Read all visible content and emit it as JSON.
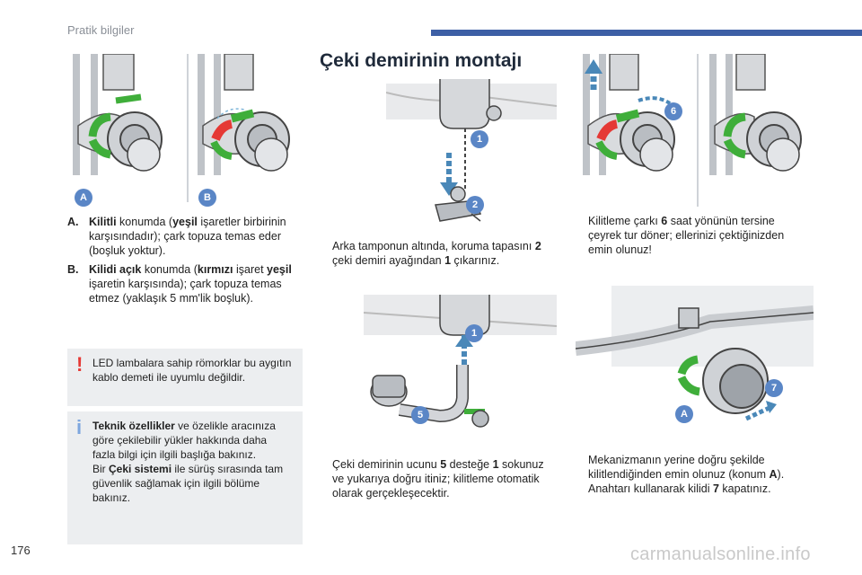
{
  "header": {
    "section": "Pratik bilgiler"
  },
  "page_number": "176",
  "watermark": "carmanualsonline.info",
  "figures": {
    "lock_a_label": "A",
    "lock_b_label": "B",
    "step1_label": "1",
    "step2_label": "2",
    "install_1_label": "1",
    "install_5_label": "5",
    "top_right_6_label": "6",
    "bottom_right_7_label": "7",
    "bottom_right_a_label": "A"
  },
  "left": {
    "a_key": "A.",
    "a_bold": "Kilitli",
    "a_text1": " konumda (",
    "a_bold2": "yeşil",
    "a_text2": " işaretler birbirinin karşısındadır); çark topuza temas eder (boşluk yoktur).",
    "b_key": "B.",
    "b_bold": "Kilidi açık",
    "b_text1": " konumda (",
    "b_bold2": "kırmızı",
    "b_text2": " işaret ",
    "b_bold3": "yeşil",
    "b_text3": " işaretin karşısında); çark topuza temas etmez (yaklaşık 5 mm'lik boşluk).",
    "warning_mark": "!",
    "warning_text": "LED lambalara sahip römorklar bu aygıtın kablo demeti ile uyumlu değildir.",
    "info_mark": "i",
    "info_bold1": "Teknik özellikler",
    "info_text1": " ve özelikle aracınıza göre çekilebilir yükler hakkında daha fazla bilgi için ilgili başlığa bakınız.",
    "info_text2": "Bir ",
    "info_bold2": "Çeki sistemi",
    "info_text3": " ile sürüş sırasında tam güvenlik sağlamak için ilgili bölüme bakınız."
  },
  "middle": {
    "title": "Çeki demirinin montajı",
    "bullet": "",
    "step1_a": "Arka tamponun altında, koruma tapasını ",
    "step1_b": "2",
    "step1_c": " çeki demiri ayağından ",
    "step1_d": "1",
    "step1_e": " çıkarınız.",
    "step2_a": "Çeki demirinin ucunu ",
    "step2_b": "5",
    "step2_c": " desteğe ",
    "step2_d": "1",
    "step2_e": " sokunuz ve yukarıya doğru itiniz; kilitleme otomatik olarak gerçekleşecektir."
  },
  "right": {
    "step1_a": "Kilitleme çarkı ",
    "step1_b": "6",
    "step1_c": " saat yönünün tersine çeyrek tur döner; ellerinizi çektiğinizden emin olunuz!",
    "step2_a": "Mekanizmanın yerine doğru şekilde kilitlendiğinden emin olunuz (konum ",
    "step2_b": "A",
    "step2_c": ").",
    "step3_a": "Anahtarı kullanarak kilidi ",
    "step3_b": "7",
    "step3_c": " kapatınız."
  },
  "colors": {
    "accent": "#3d5fa5",
    "badge": "#5a86c6",
    "green": "#3fae3a",
    "red": "#e53935",
    "note_bg": "#eceef0",
    "warning": "#e53935",
    "info": "#7da6de"
  }
}
